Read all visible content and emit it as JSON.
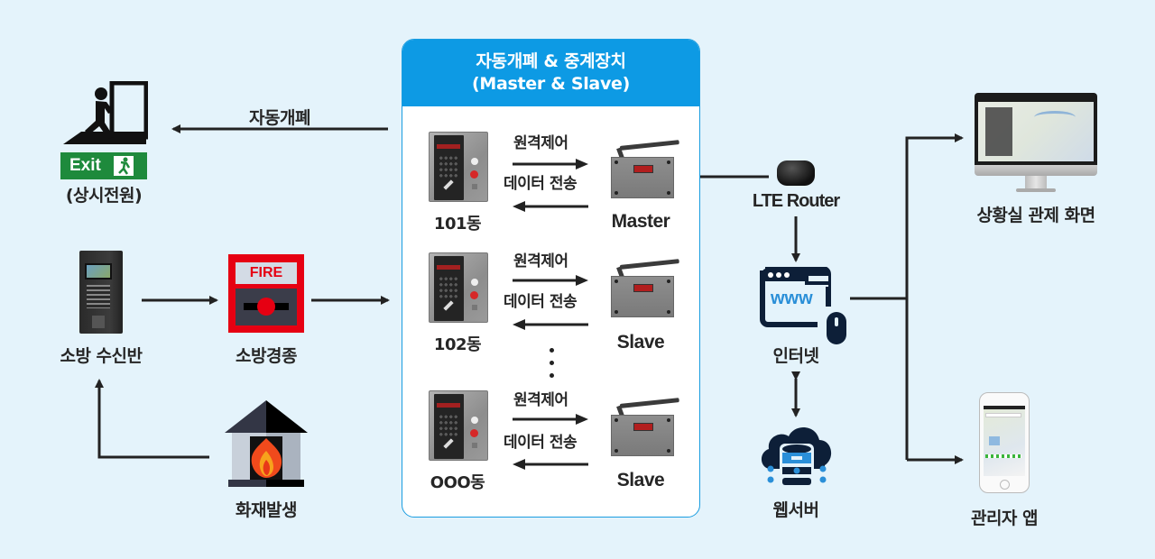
{
  "hub": {
    "title_line1": "자동개폐 & 중계장치",
    "title_line2": "(Master & Slave)",
    "rows": [
      {
        "building": "101동",
        "device": "Master",
        "control_label": "원격제어",
        "data_label": "데이터 전송"
      },
      {
        "building": "102동",
        "device": "Slave",
        "control_label": "원격제어",
        "data_label": "데이터 전송"
      },
      {
        "building": "OOO동",
        "device": "Slave",
        "control_label": "원격제어",
        "data_label": "데이터 전송"
      }
    ],
    "ellipsis": "⋮"
  },
  "left": {
    "exit_sign_text": "Exit",
    "exit_label": "(상시전원)",
    "auto_open_label": "자동개폐",
    "fire_panel_label": "소방 수신반",
    "fire_alarm_label": "소방경종",
    "fire_alarm_sign": "FIRE",
    "fire_event_label": "화재발생"
  },
  "right": {
    "router_label": "LTE Router",
    "internet_label": "인터넷",
    "internet_icon_text": "www",
    "webserver_label": "웹서버",
    "control_room_label": "상황실 관제 화면",
    "admin_app_label": "관리자 앱"
  },
  "colors": {
    "background": "#e4f3fb",
    "hub_header": "#0d9ae4",
    "exit_green": "#1e8a3c",
    "fire_red": "#e60012",
    "icon_navy": "#0d1f38",
    "icon_blue": "#2a8fd8"
  }
}
